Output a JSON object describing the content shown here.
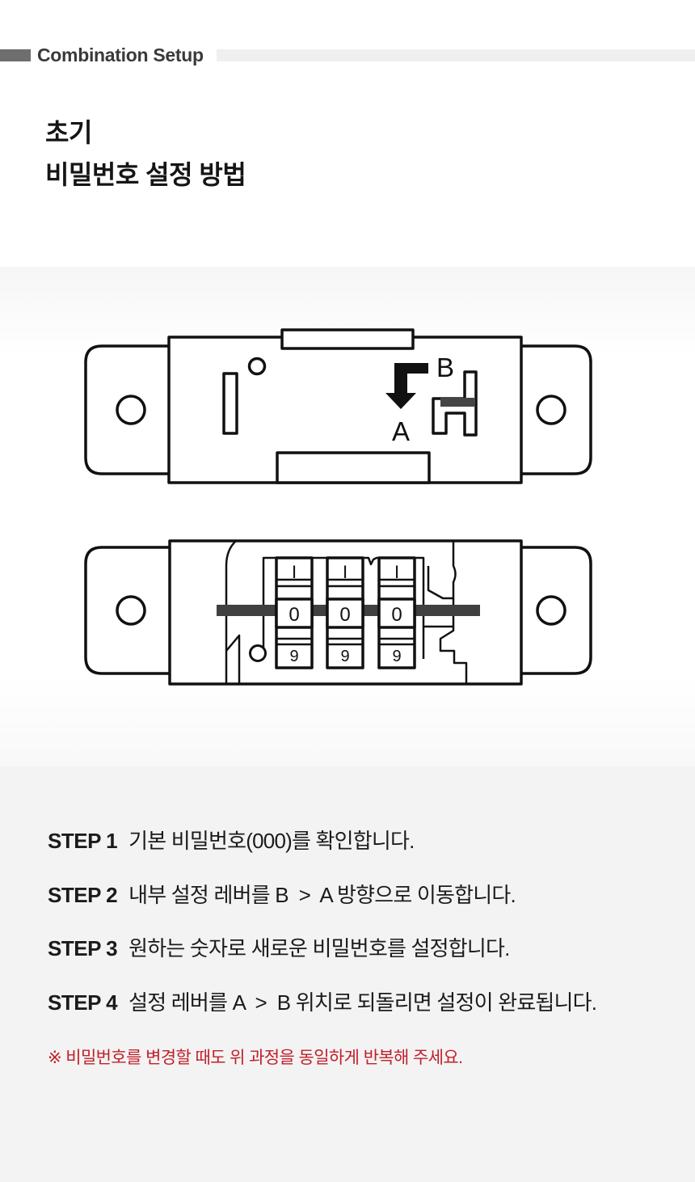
{
  "header": {
    "label": "Combination Setup"
  },
  "title": {
    "line1": "초기",
    "line2": "비밀번호 설정 방법"
  },
  "diagram": {
    "arrow_label_b": "B",
    "arrow_label_a": "A",
    "dial_top_marks": [
      "I",
      "I",
      "I"
    ],
    "dial_values": [
      "0",
      "0",
      "0"
    ],
    "dial_bottom_digits": [
      "9",
      "9",
      "9"
    ]
  },
  "steps": [
    {
      "label": "STEP 1",
      "text": "기본 비밀번호(000)를 확인합니다."
    },
    {
      "label": "STEP 2",
      "text": "내부 설정 레버를 B  >  A 방향으로 이동합니다."
    },
    {
      "label": "STEP 3",
      "text": "원하는 숫자로 새로운 비밀번호를 설정합니다."
    },
    {
      "label": "STEP 4",
      "text": "설정 레버를 A  >  B 위치로 되돌리면 설정이 완료됩니다."
    }
  ],
  "note": "※ 비밀번호를 변경할 때도 위 과정을 동일하게 반복해 주세요.",
  "colors": {
    "note_red": "#c0202a",
    "header_gray": "#6e6e6e",
    "steps_bg": "#f3f3f3"
  }
}
